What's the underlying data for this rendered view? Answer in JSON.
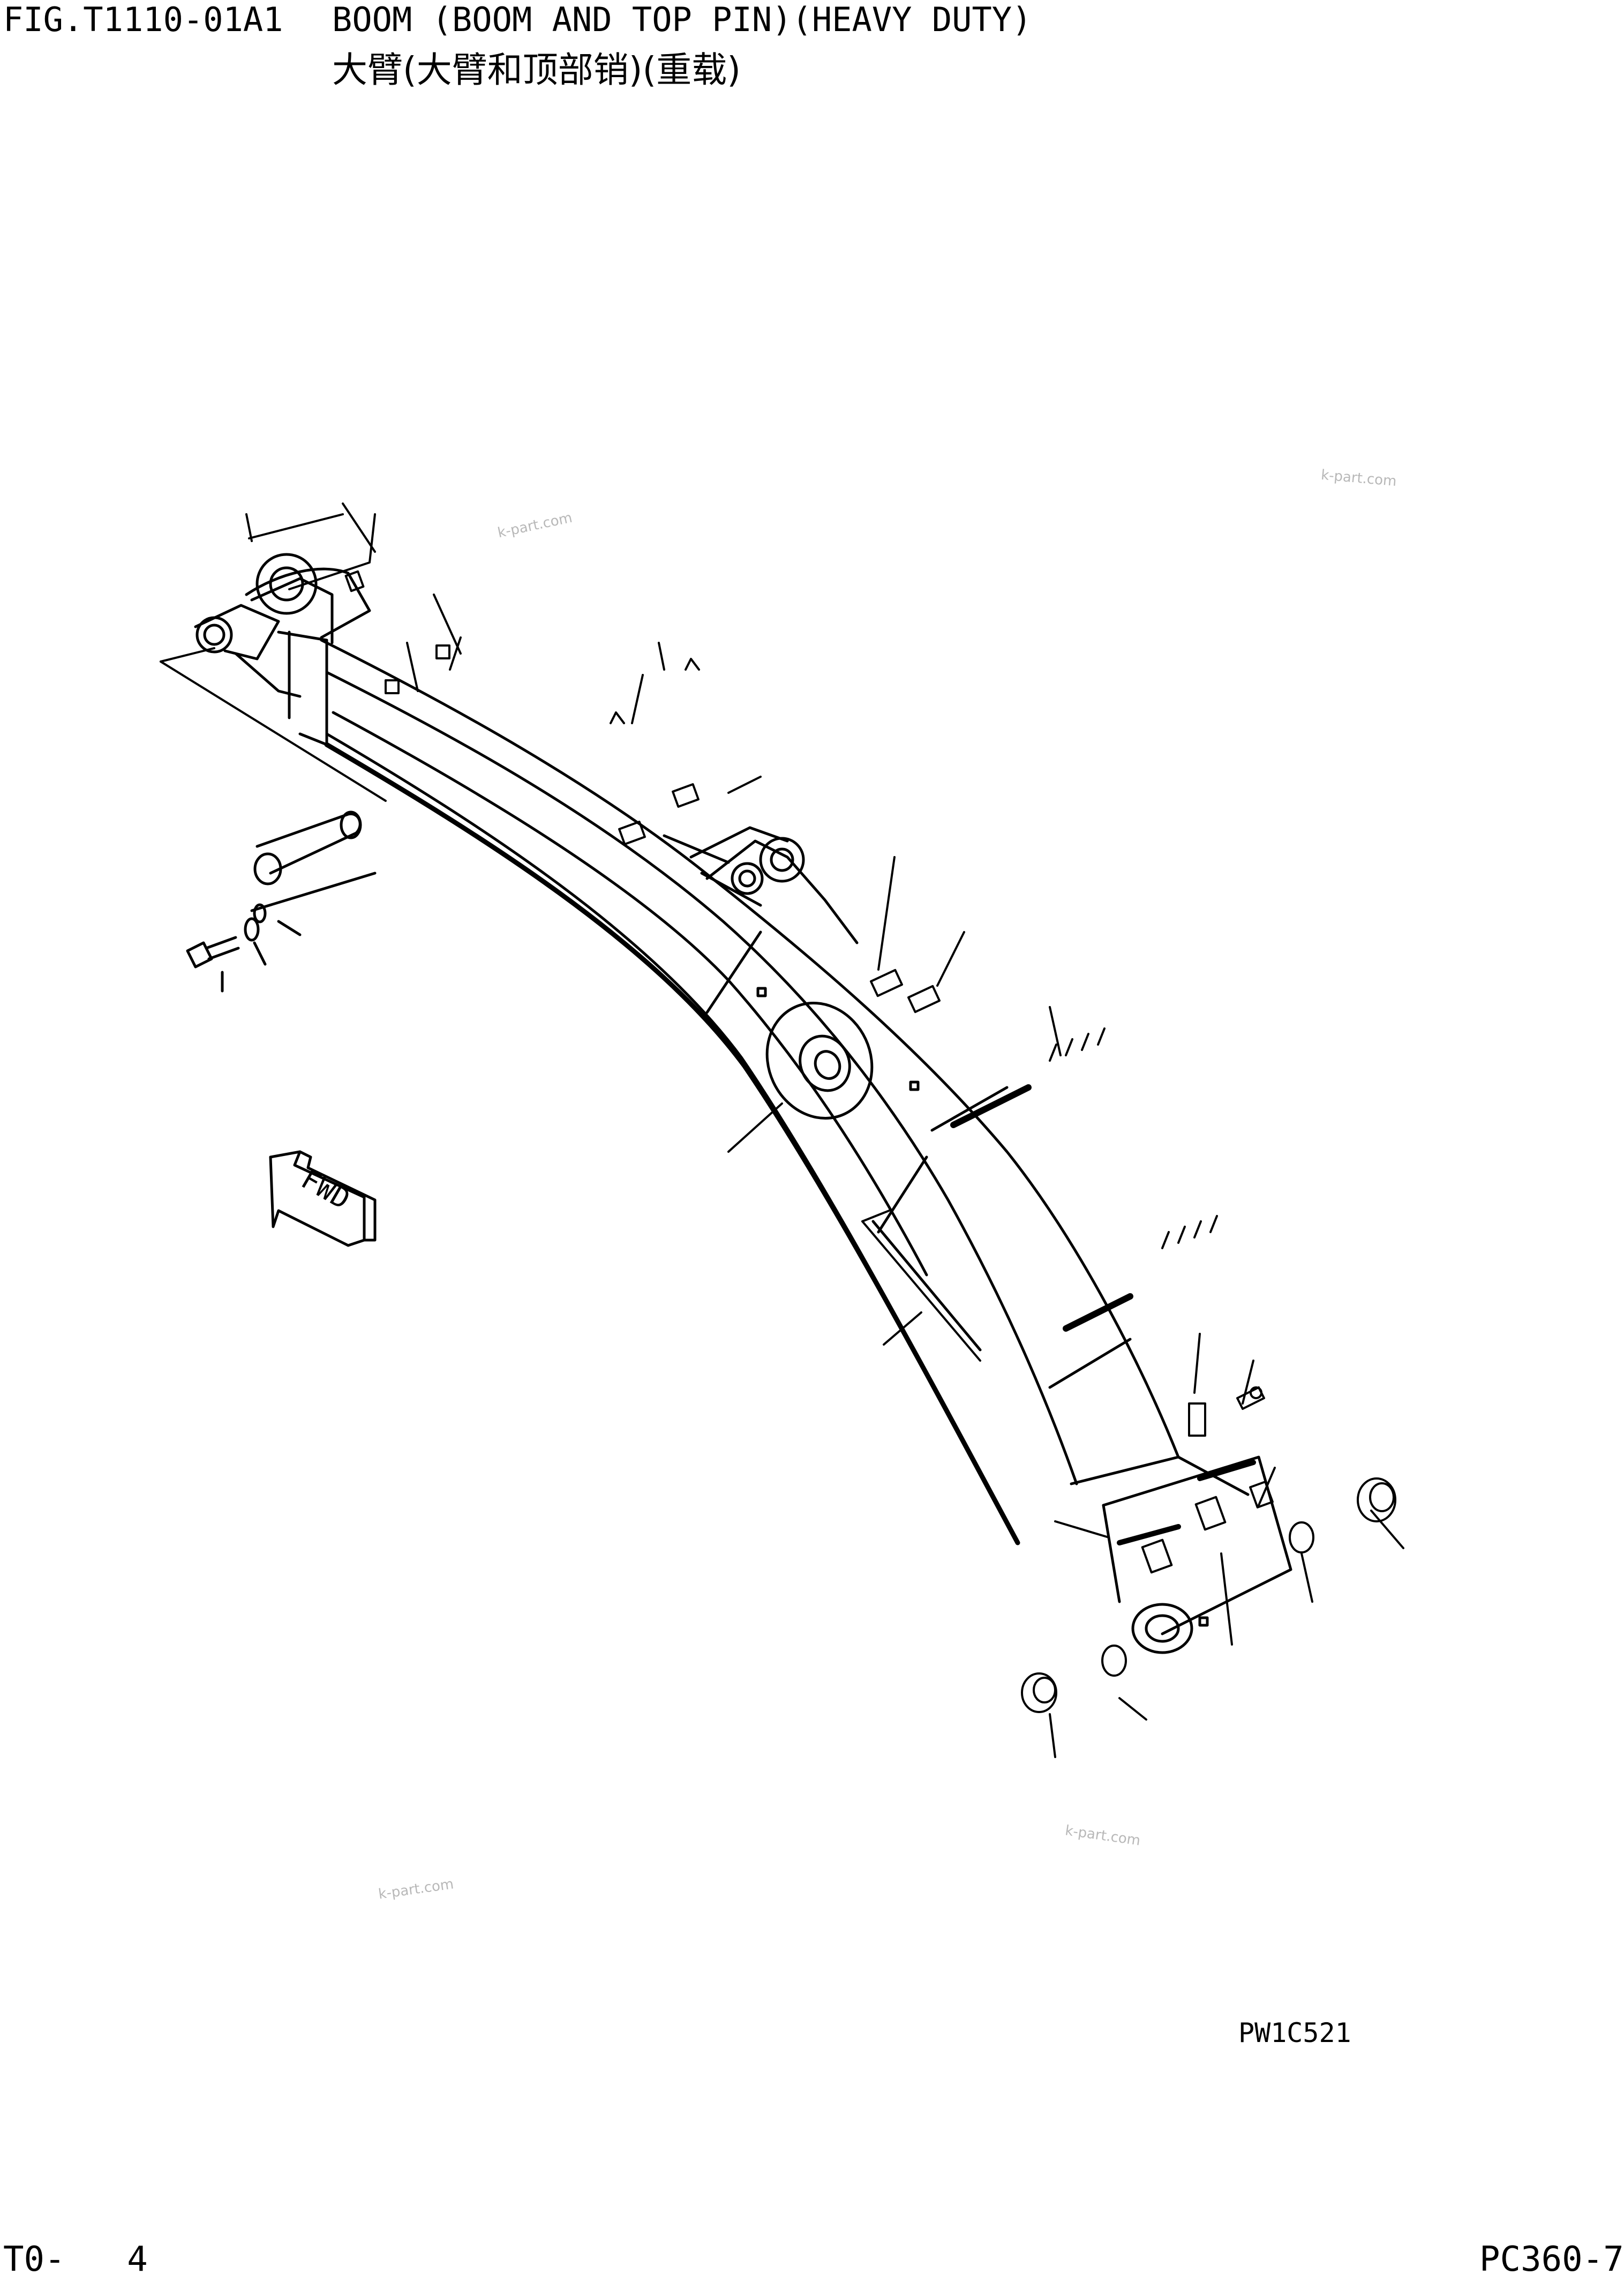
{
  "header": {
    "figure_number": "FIG.T1110-01A1",
    "title_en": "BOOM (BOOM AND TOP PIN)(HEAVY DUTY)",
    "title_cn": "大臂(大臂和顶部销)(重载)"
  },
  "drawing": {
    "direction_arrow_label": "FWD",
    "drawing_code": "PW1C521",
    "watermarks": [
      "k-part.com",
      "k-part.com",
      "k-part.com",
      "k-part.com"
    ]
  },
  "footer": {
    "page_number": "T0-   4",
    "model": "PC360-7"
  },
  "colors": {
    "ink": "#000000",
    "paper": "#ffffff",
    "watermark": "#b8b8b8"
  }
}
